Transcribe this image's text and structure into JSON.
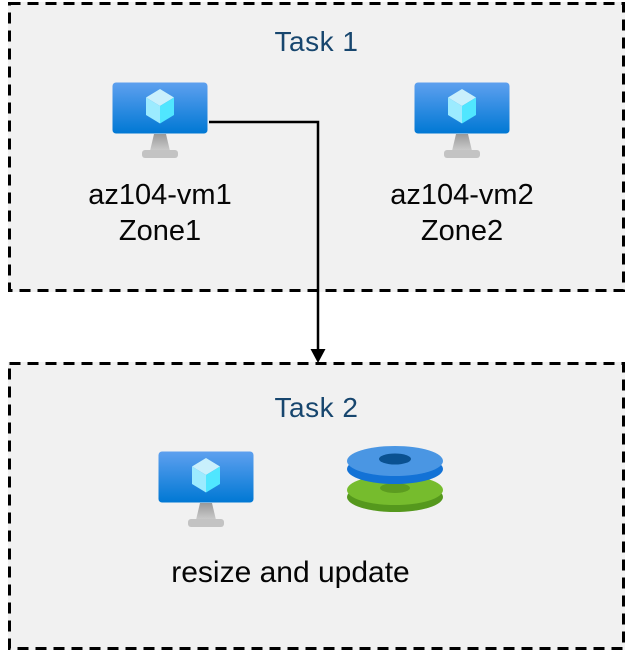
{
  "task1": {
    "title": "Task 1",
    "vms": [
      {
        "name": "az104-vm1",
        "zone": "Zone1",
        "icon": "virtual-machine-icon"
      },
      {
        "name": "az104-vm2",
        "zone": "Zone2",
        "icon": "virtual-machine-icon"
      }
    ]
  },
  "task2": {
    "title": "Task 2",
    "caption": "resize and update",
    "icons": [
      "virtual-machine-icon",
      "stacked-disks-icon"
    ]
  },
  "connector": {
    "type": "elbow-arrow",
    "from": "az104-vm1",
    "to": "Task 2",
    "color": "#000000"
  },
  "colors": {
    "page_background": "#ffffff",
    "box_background": "#f1f1f1",
    "box_border": "#000000",
    "title_text": "#17466e",
    "body_text": "#050505",
    "monitor_gradient_top": "#5ea0ef",
    "monitor_gradient_bottom": "#0078d4",
    "cube_top": "#c9f0fc",
    "cube_left": "#9cebff",
    "cube_right": "#50e6ff",
    "stand_gray": "#c3c3c3",
    "disk_blue_top": "#4a96e3",
    "disk_blue_side": "#1372d6",
    "disk_blue_hole": "#0a5191",
    "disk_green_top": "#76bc2d",
    "disk_green_side": "#55981d",
    "disk_green_hole": "#5c9c20"
  }
}
